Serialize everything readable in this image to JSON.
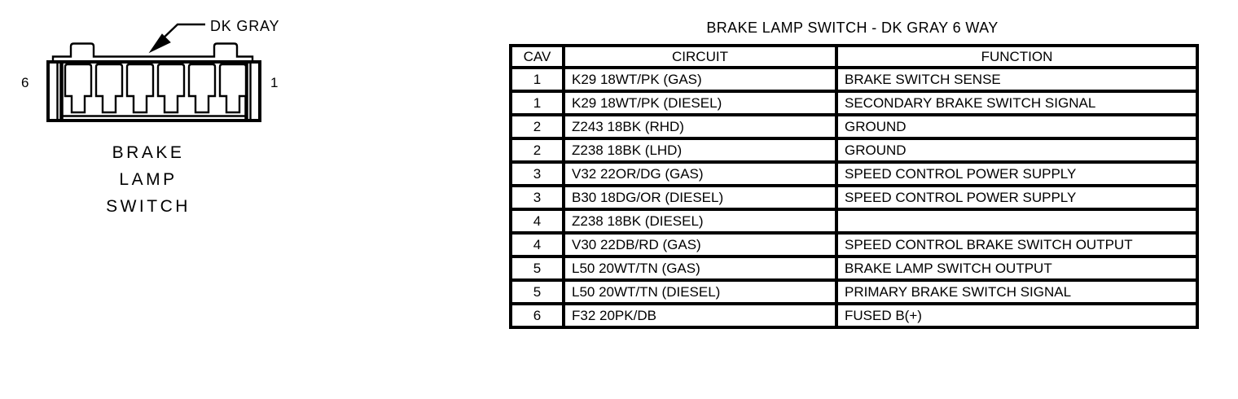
{
  "figure": {
    "color_callout": "DK GRAY",
    "pin_left": "6",
    "pin_right": "1",
    "caption": {
      "line1": "BRAKE",
      "line2": "LAMP",
      "line3": "SWITCH"
    }
  },
  "table": {
    "title": "BRAKE LAMP SWITCH - DK GRAY 6 WAY",
    "headers": [
      "CAV",
      "CIRCUIT",
      "FUNCTION"
    ],
    "rows": [
      {
        "cav": "1",
        "circuit": "K29 18WT/PK (GAS)",
        "function": "BRAKE SWITCH SENSE"
      },
      {
        "cav": "1",
        "circuit": "K29 18WT/PK (DIESEL)",
        "function": "SECONDARY BRAKE SWITCH SIGNAL"
      },
      {
        "cav": "2",
        "circuit": "Z243 18BK (RHD)",
        "function": "GROUND"
      },
      {
        "cav": "2",
        "circuit": "Z238 18BK (LHD)",
        "function": "GROUND"
      },
      {
        "cav": "3",
        "circuit": "V32 22OR/DG (GAS)",
        "function": "SPEED CONTROL POWER SUPPLY"
      },
      {
        "cav": "3",
        "circuit": "B30 18DG/OR (DIESEL)",
        "function": "SPEED CONTROL POWER SUPPLY"
      },
      {
        "cav": "4",
        "circuit": "Z238 18BK (DIESEL)",
        "function": ""
      },
      {
        "cav": "4",
        "circuit": "V30 22DB/RD (GAS)",
        "function": "SPEED CONTROL BRAKE SWITCH OUTPUT"
      },
      {
        "cav": "5",
        "circuit": "L50 20WT/TN (GAS)",
        "function": "BRAKE LAMP SWITCH OUTPUT"
      },
      {
        "cav": "5",
        "circuit": "L50 20WT/TN (DIESEL)",
        "function": "PRIMARY BRAKE SWITCH SIGNAL"
      },
      {
        "cav": "6",
        "circuit": "F32 20PK/DB",
        "function": "FUSED B(+)"
      }
    ]
  },
  "colors": {
    "ink": "#000000",
    "paper": "#ffffff"
  }
}
